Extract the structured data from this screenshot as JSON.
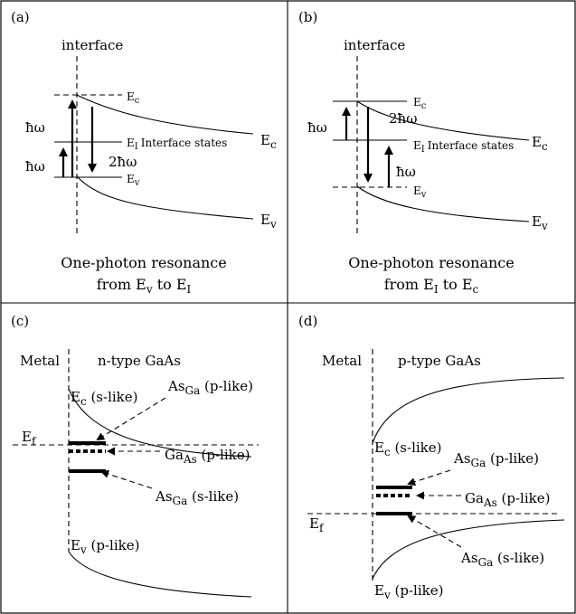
{
  "panels": {
    "a": {
      "label": "(a)",
      "interface": "interface",
      "ec_small": "E",
      "ec_small_sub": "c",
      "ec_big": "E",
      "ec_big_sub": "c",
      "ev_small": "E",
      "ev_small_sub": "v",
      "ev_big": "E",
      "ev_big_sub": "v",
      "ei": "E",
      "ei_sub": "I",
      "ei_text": "Interface states",
      "hw_top": "ħω",
      "hw_bottom": "ħω",
      "two_hw": "2ħω",
      "caption_line1": "One-photon resonance",
      "caption_line2_pre": "from E",
      "caption_line2_sub1": "v",
      "caption_line2_mid": " to E",
      "caption_line2_sub2": "I"
    },
    "b": {
      "label": "(b)",
      "interface": "interface",
      "ec_small": "E",
      "ec_small_sub": "c",
      "ec_big": "E",
      "ec_big_sub": "c",
      "ev_small": "E",
      "ev_small_sub": "v",
      "ev_big": "E",
      "ev_big_sub": "v",
      "ei": "E",
      "ei_sub": "I",
      "ei_text": "Interface states",
      "hw_top": "ħω",
      "hw_bottom": "ħω",
      "two_hw": "2ħω",
      "caption_line1": "One-photon resonance",
      "caption_line2_pre": "from E",
      "caption_line2_sub1": "I",
      "caption_line2_mid": " to E",
      "caption_line2_sub2": "c"
    },
    "c": {
      "label": "(c)",
      "metal": "Metal",
      "semi": "n-type GaAs",
      "ec": "E",
      "ec_sub": "c",
      "ec_text": " (s-like)",
      "ev": "E",
      "ev_sub": "v",
      "ev_text": "  (p-like)",
      "ef": "E",
      "ef_sub": "f",
      "as_top": "As",
      "as_top_sub": "Ga",
      "as_top_text": " (p-like)",
      "ga": "Ga",
      "ga_sub": "As",
      "ga_text": " (p-like)",
      "as_bot": "As",
      "as_bot_sub": "Ga",
      "as_bot_text": " (s-like)"
    },
    "d": {
      "label": "(d)",
      "metal": "Metal",
      "semi": "p-type GaAs",
      "ec": "E",
      "ec_sub": "c",
      "ec_text": " (s-like)",
      "ev": "E",
      "ev_sub": "v",
      "ev_text": "  (p-like)",
      "ef": "E",
      "ef_sub": "f",
      "as_top": "As",
      "as_top_sub": "Ga",
      "as_top_text": " (p-like)",
      "ga": "Ga",
      "ga_sub": "As",
      "ga_text": " (p-like)",
      "as_bot": "As",
      "as_bot_sub": "Ga",
      "as_bot_text": " (s-like)"
    }
  }
}
